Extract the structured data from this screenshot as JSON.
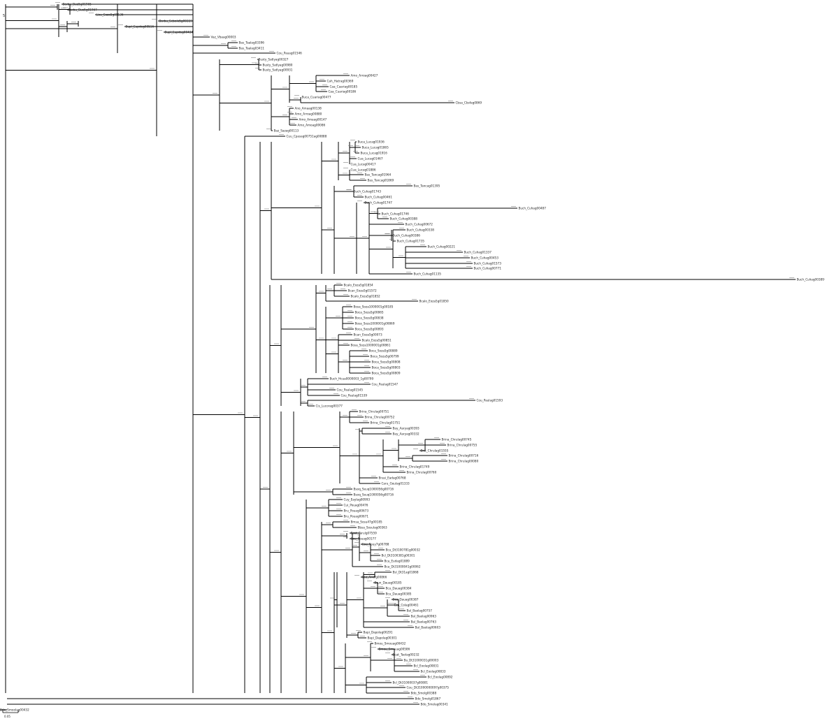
{
  "tree": {
    "root_label": "5",
    "scale_label": "0.05",
    "leaves": [
      "Barbu_Bua5g01965",
      "Barbu_Bua5g01967",
      "Lisu_Soza5g01136",
      "Barbu_Sebalo5g00319",
      "Bupl_Eupdag00516",
      "Bupl_Eupdag00434",
      "Vaz_Vbaag00003",
      "Bas_Taalag03396",
      "Bas_Taalag03411",
      "Cou_Pauag01546",
      "Busty_Satlyag00327",
      "Busty_Satlyag00980",
      "Busty_Satlyag00931",
      "Amo_Arroag00427",
      "Cah_Hatrag00369",
      "Caa_Caariag00185",
      "Caa_Cuariag00186",
      "Buca_Cuariag00477",
      "Cbsa_Cbsfag0869",
      "Ano_Amaag00138",
      "Amo_Arroag00880",
      "Amo_Amaag00147",
      "Amo_Amoag00086",
      "Baz_Sazag00113",
      "Cuu_Cpasag00751ag00888",
      "Buca_Lucag01936",
      "Buca_Lucag01865",
      "Buca_Lucag01916",
      "Cua_Lucag01467",
      "Cua_Lucag00417",
      "Cua_Lucag01886",
      "Bas_Tancag01964",
      "Bas_Tancag01869",
      "Bas_Tancag01395",
      "Buch_Cuhag01743",
      "Buch_Cuhag00461",
      "Buch_Cuhag01747",
      "Buch_Cuhag00487",
      "Buch_Cuhag01746",
      "Buch_Cuhag00388",
      "Buch_Cuhag00672",
      "Buch_Cuhag00338",
      "Buch_Cuhag00386",
      "Buch_Cuhag01735",
      "Buch_Cuhag00221",
      "Buch_Cuhag01337",
      "Buch_Cuhag00453",
      "Buch_Cuhag01573",
      "Buch_Cuhag00771",
      "Buch_Cuhag01135",
      "Buch_Cuhag00389",
      "Bcalo_Eoza5g01854",
      "Bcan_Eoza5g01572",
      "Bcalo_Eoza5g01852",
      "Bcalo_Eoza5g01850",
      "Bosa_Soza1000001g00185",
      "Boca_Soza5g00865",
      "Boca_Soza5g00838",
      "Bosa_Soza1000001g00869",
      "Boca_Soza5g00893",
      "Bcan_Eoza5g00073",
      "Bcalo_Eoza5g00851",
      "Bosa_Soza1000001g00861",
      "Boca_Soza5g00889",
      "Boca_Soza5g00799",
      "Boca_Soza5g00808",
      "Boca_Soza5g00803",
      "Boca_Soza5g00809",
      "Buch_Hcua0000003_1g00799",
      "Cou_Paulag01547",
      "Cou_Paulag01545",
      "Cou_Paulag01539",
      "Cou_Paulag01593",
      "Cis_Lucorag00377",
      "Brina_Chrulag00751",
      "Brina_Chrulag00752",
      "Brina_Chrulag01751",
      "Bay_Aaryag00393",
      "Bay_Aaryag00332",
      "Brina_Chrulag00745",
      "Brina_Chrulag00755",
      "Bna_Chrulag01555",
      "Brina_Chrulag00716",
      "Brina_Chrulag00080",
      "Brina_Chrulag01749",
      "Brina_Chrulag00760",
      "Brasi_Eadag00768",
      "Caru_Geulag01333",
      "Bsoq_Seuq1000056g00716",
      "Bsoq_Seuq1000056g00716",
      "Cuy_Eaylag00993",
      "Cui_Pouag00476",
      "Bru_Pouag00673",
      "Bru_Pouag00671",
      "Bmsa_Sosu47g00185",
      "Bbsa_Sosulag00363",
      "Bsat_Tarulg07559",
      "Cou_Pouag00177",
      "Cou_Pouy7g00788",
      "Bcu_Dt3100781g00032",
      "Bcl_Dt3100381g00301",
      "Bca_Eudag01889",
      "Bca_Dt31000041g00062",
      "Bsl_Dt31ag01868",
      "Cec_Arrolg00866",
      "Brun_Dauag00185",
      "Bcu_Dauag00384",
      "Bcu_Dauag00385",
      "Bcu_Dauag00387",
      "Cca_Colag00461",
      "Bal_Baolag00757",
      "Bal_Baolag00963",
      "Bal_Baolag00763",
      "Bal_Baolag00603",
      "Bapi_Dapolag00291",
      "Bapi_Dapolag00301",
      "Bmou_Smouag00432",
      "Bmou_Smouag00586",
      "Bcat_Taolag00232",
      "Ba_Dt31000031g00003",
      "Bcl_Eoolag00831",
      "Bcl_Eoolag00833",
      "Bcl_Eoolag00892",
      "Bcl_Dt31000037g00801",
      "Cou_Dt31000000097g00375",
      "Bdo_Smolg00388",
      "Bdo_Smolg01867",
      "Bdo_Smolag00341",
      "Bdo_Smoolag00432"
    ]
  }
}
